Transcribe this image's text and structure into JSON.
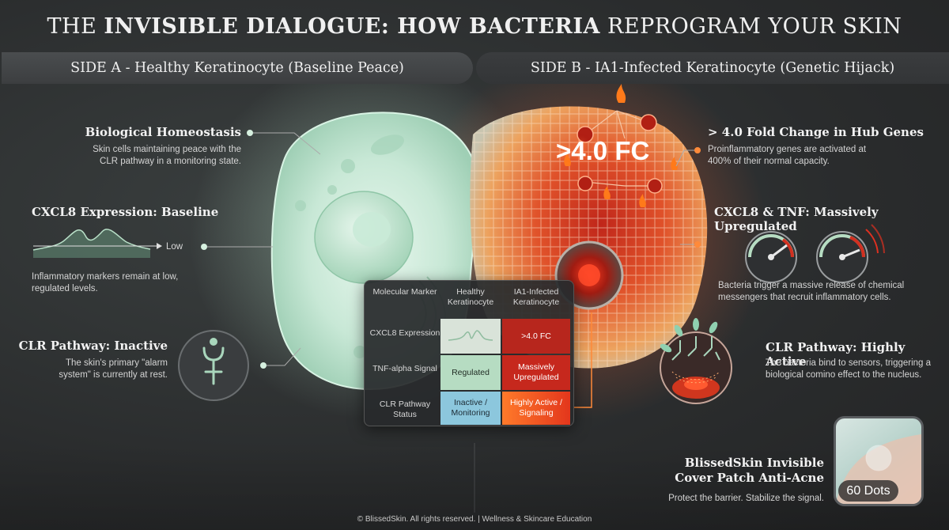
{
  "title": {
    "prefix": "THE ",
    "bold": "INVISIBLE DIALOGUE: HOW BACTERIA",
    "suffix": " REPROGRAM YOUR SKIN"
  },
  "side_a": {
    "header": "SIDE A - Healthy Keratinocyte (Baseline Peace)",
    "homeostasis": {
      "title": "Biological Homeostasis",
      "text": "Skin cells maintaining peace with the CLR pathway in a monitoring state."
    },
    "cxcl8": {
      "title": "CXCL8 Expression: Baseline",
      "low_label": "Low",
      "text": "Inflammatory markers remain at low, regulated levels."
    },
    "clr": {
      "title": "CLR Pathway: Inactive",
      "text": "The skin's primary \"alarm system\" is currently at rest."
    }
  },
  "side_b": {
    "header": "SIDE B - IA1-Infected Keratinocyte (Genetic Hijack)",
    "big_fc": ">4.0 FC",
    "hub_genes": {
      "title": "> 4.0 Fold Change in Hub Genes",
      "text": "Proinflammatory genes are activated at 400% of their normal capacity."
    },
    "cxcl8_tnf": {
      "title": "CXCL8 & TNF: Massively Upregulated",
      "text": "Bacteria trigger a massive release of chemical messengers that recruit inflammatory cells."
    },
    "clr": {
      "title": "CLR Pathway: Highly Active",
      "text": "The bacteria bind to sensors, triggering a biological comino effect to the nucleus."
    }
  },
  "table": {
    "headers": [
      "Molecular Marker",
      "Healthy Keratinocyte",
      "IA1-Infected Keratinocyte"
    ],
    "rows": [
      {
        "label": "CXCL8 Expression",
        "healthy": "",
        "infected": ">4.0 FC"
      },
      {
        "label": "TNF-alpha Signal",
        "healthy": "Regulated",
        "infected": "Massively Upregulated"
      },
      {
        "label": "CLR Pathway Status",
        "healthy": "Inactive / Monitoring",
        "infected": "Highly Active / Signaling"
      }
    ]
  },
  "product": {
    "name_line1": "BlissedSkin Invisible",
    "name_line2": "Cover Patch Anti-Acne",
    "badge": "60 Dots",
    "tagline": "Protect the barrier. Stabilize the signal."
  },
  "footer": "© BlissedSkin. All rights reserved. | Wellness & Skincare Education",
  "colors": {
    "healthy": "#b6dcc2",
    "infected": "#c6281d",
    "accent_orange": "#ff7a2a",
    "background": "#2b2d2f"
  },
  "icons": [
    "receptor-icon",
    "gauge-icon",
    "flame-icon",
    "dna-icon",
    "bacteria-icon"
  ]
}
